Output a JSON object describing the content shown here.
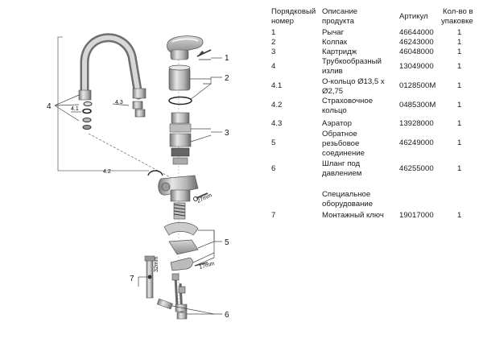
{
  "table": {
    "headers": {
      "pos_line1": "Порядковый",
      "pos_line2": "номер",
      "desc_line1": "Описание",
      "desc_line2": "продукта",
      "article": "Артикул",
      "qty_line1": "Кол-во в",
      "qty_line2": "упаковке"
    },
    "rows": [
      {
        "pos": "1",
        "desc1": "Рычаг",
        "desc2": "",
        "art": "46644000",
        "qty": "1"
      },
      {
        "pos": "2",
        "desc1": "Колпак",
        "desc2": "",
        "art": "46243000",
        "qty": "1"
      },
      {
        "pos": "3",
        "desc1": "Картридж",
        "desc2": "",
        "art": "46048000",
        "qty": "1"
      },
      {
        "pos": "4",
        "desc1": "Трубкообразный",
        "desc2": "излив",
        "art": "13049000",
        "qty": "1"
      },
      {
        "pos": "4.1",
        "desc1": "O-кольцо Ø13,5 x",
        "desc2": "Ø2,75",
        "art": "0128500M",
        "qty": "1"
      },
      {
        "pos": "4.2",
        "desc1": "Страховочное",
        "desc2": "кольцо",
        "art": "0485300M",
        "qty": "1"
      },
      {
        "pos": "4.3",
        "desc1": "Аэратор",
        "desc2": "",
        "art": "13928000",
        "qty": "1"
      },
      {
        "pos": "5",
        "desc1": "Обратное",
        "desc2": "резьбовое",
        "desc3": "соединение",
        "art": "46249000",
        "qty": "1"
      },
      {
        "pos": "6",
        "desc1": "Шланг под",
        "desc2": "давлением",
        "art": "46255000",
        "qty": "1"
      }
    ],
    "special_line1": "Специальное",
    "special_line2": "оборудование",
    "special_row": {
      "pos": "7",
      "desc": "Монтажный ключ",
      "art": "19017000",
      "qty": "1"
    }
  },
  "callouts": {
    "c1": "1",
    "c2": "2",
    "c3": "3",
    "c4": "4",
    "c41": "4.1",
    "c42": "4.2",
    "c43": "4.3",
    "c5": "5",
    "c6": "6",
    "c7": "7",
    "dim_a": "27mm",
    "dim_b": "17mm",
    "dim_c": "32mm"
  }
}
